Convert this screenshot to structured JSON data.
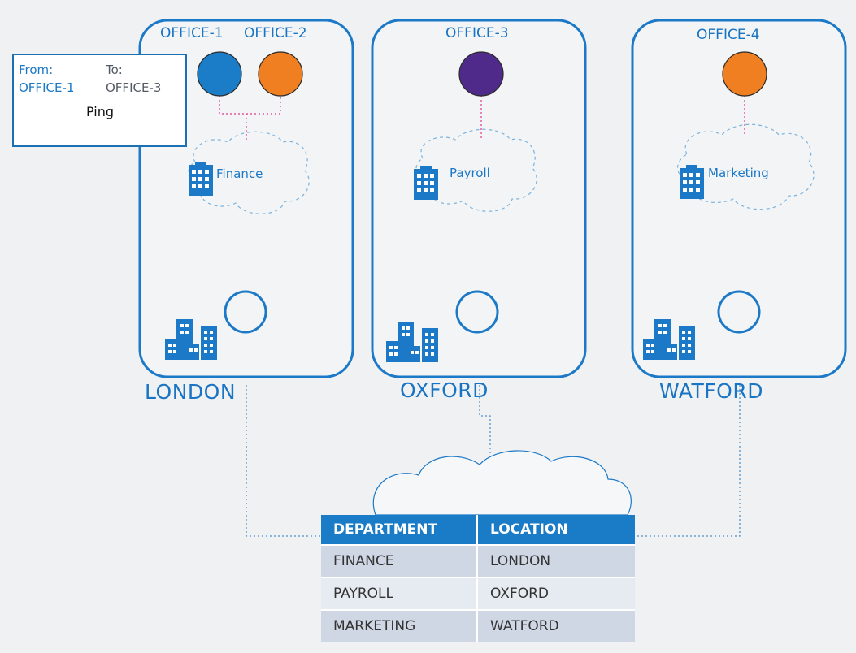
{
  "offices": [
    {
      "label": "OFFICE-1",
      "color": "#1b7dc8"
    },
    {
      "label": "OFFICE-2",
      "color": "#f07f22"
    },
    {
      "label": "OFFICE-3",
      "color": "#4f2a8a"
    },
    {
      "label": "OFFICE-4",
      "color": "#f07f22"
    }
  ],
  "departments": [
    "Finance",
    "Payroll",
    "Marketing"
  ],
  "locations": [
    "LONDON",
    "OXFORD",
    "WATFORD"
  ],
  "ping": {
    "from_key": "From:",
    "from_value": "OFFICE-1",
    "to_key": "To:",
    "to_value": "OFFICE-3",
    "action": "Ping"
  },
  "table": {
    "headers": [
      "DEPARTMENT",
      "LOCATION"
    ],
    "rows": [
      [
        "FINANCE",
        "LONDON"
      ],
      [
        "PAYROLL",
        "OXFORD"
      ],
      [
        "MARKETING",
        "WATFORD"
      ]
    ]
  },
  "colors": {
    "accent": "#1874c4",
    "panel_border": "#1b79c7",
    "link_dotted": "#e0388f",
    "network_dotted": "#4a8cc9",
    "table_header": "#1a7bc6"
  }
}
